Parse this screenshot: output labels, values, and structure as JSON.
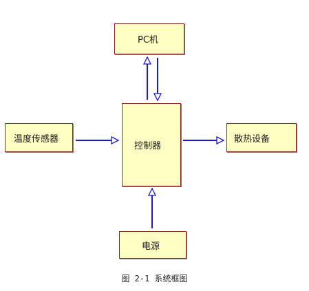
{
  "nodes": {
    "pc": "PC机",
    "controller": "控制器",
    "sensor": "温度传感器",
    "cooling": "散热设备",
    "power": "电源"
  },
  "caption": "图 2-1 系统框图",
  "colors": {
    "box_fill": "#ffffc4",
    "box_border": "#8a2a1a",
    "arrow": "#1a1acc"
  }
}
